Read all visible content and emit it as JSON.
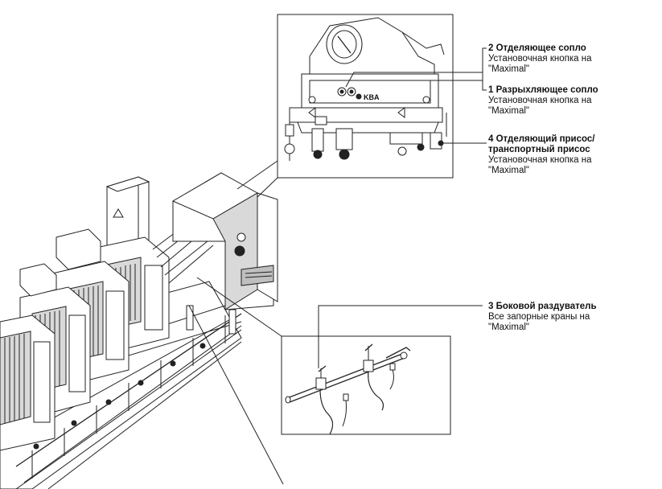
{
  "callouts": [
    {
      "title": "2 Отделяющее сопло",
      "desc_line1": "Установочная кнопка на",
      "desc_line2": "\"Maximal\""
    },
    {
      "title": "1 Разрыхляющее сопло",
      "desc_line1": "Установочная кнопка на",
      "desc_line2": "\"Maximal\""
    },
    {
      "title_line1": "4 Отделяющий присос/",
      "title_line2": "транспортный присос",
      "desc_line1": "Установочная кнопка на",
      "desc_line2": "\"Maximal\""
    },
    {
      "title": "3 Боковой раздуватель",
      "desc_line1": "Все запорные краны на",
      "desc_line2": "\"Maximal\""
    }
  ],
  "logo_text": "KBA"
}
